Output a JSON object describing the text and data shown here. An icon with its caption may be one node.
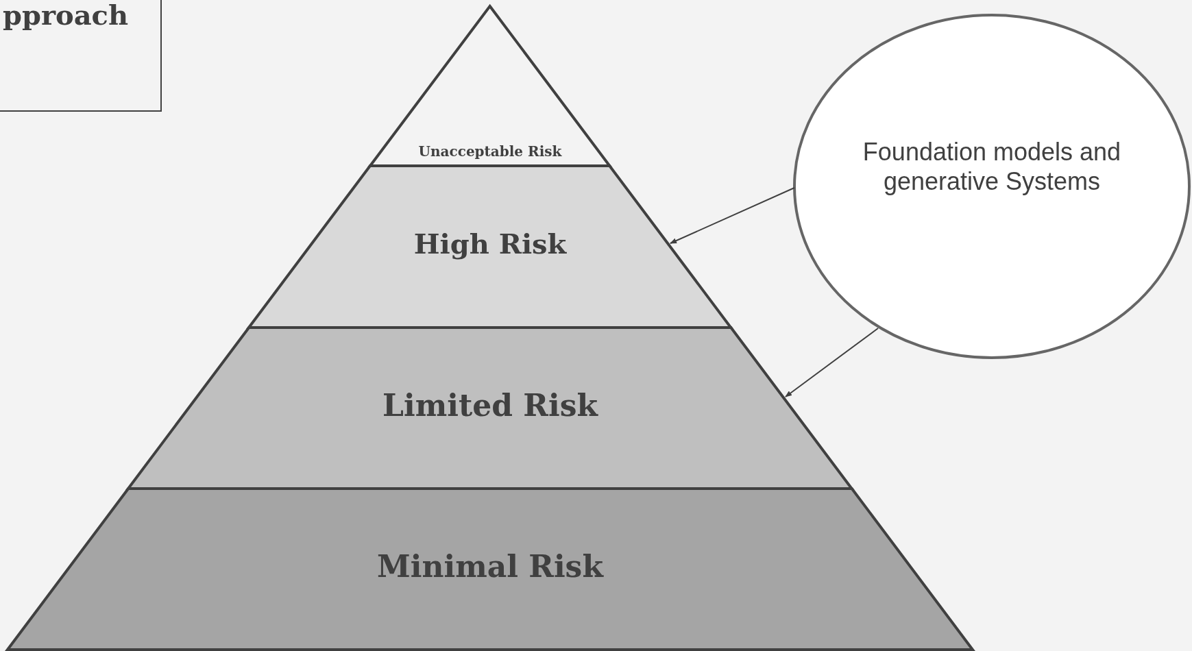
{
  "diagram": {
    "nodes": [
      {
        "text": [
          "pproach"
        ]
      },
      {
        "text": [
          "Unacceptable Risk"
        ]
      },
      {
        "text": [
          "High Risk"
        ]
      },
      {
        "text": [
          "Limited Risk"
        ]
      },
      {
        "text": [
          "Minimal Risk"
        ]
      },
      {
        "text": [
          "Foundation models and generative Systems"
        ]
      }
    ],
    "edges": [
      {
        "from": 5,
        "to": 2,
        "arrow": "to"
      },
      {
        "from": 5,
        "to": 3,
        "arrow": "to"
      }
    ]
  }
}
